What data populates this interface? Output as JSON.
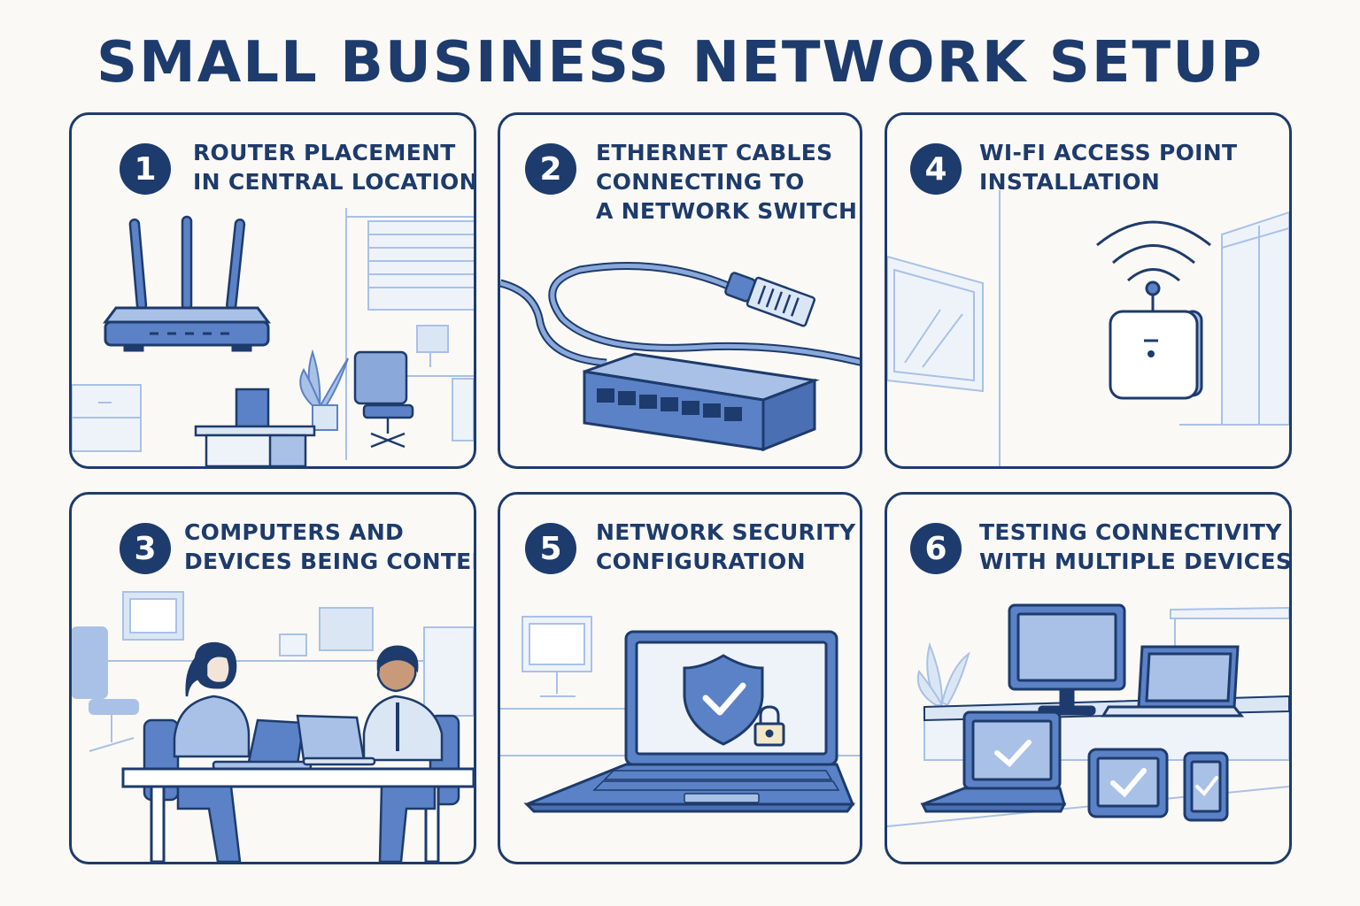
{
  "title": "SMALL BUSINESS NETWORK SETUP",
  "steps": [
    {
      "number": "1",
      "lines": [
        "ROUTER PLACEMENT",
        "IN CENTRAL LOCATION"
      ]
    },
    {
      "number": "2",
      "lines": [
        "ETHERNET CABLES",
        "CONNECTING TO",
        "A NETWORK SWITCH"
      ]
    },
    {
      "number": "4",
      "lines": [
        "WI-FI ACCESS POINT",
        "INSTALLATION"
      ]
    },
    {
      "number": "3",
      "lines": [
        "COMPUTERS AND",
        "DEVICES BEING CONTED"
      ]
    },
    {
      "number": "5",
      "lines": [
        "NETWORK SECURITY",
        "CONFIGURATION"
      ]
    },
    {
      "number": "6",
      "lines": [
        "TESTING CONNECTIVITY",
        "WITH MULTIPLE DEVICES"
      ]
    }
  ],
  "colors": {
    "navy": "#1d3b6c",
    "blue": "#5b82c6",
    "light_blue": "#a9c1e6",
    "pale_blue": "#dbe6f5",
    "background": "#fbf9f5"
  }
}
